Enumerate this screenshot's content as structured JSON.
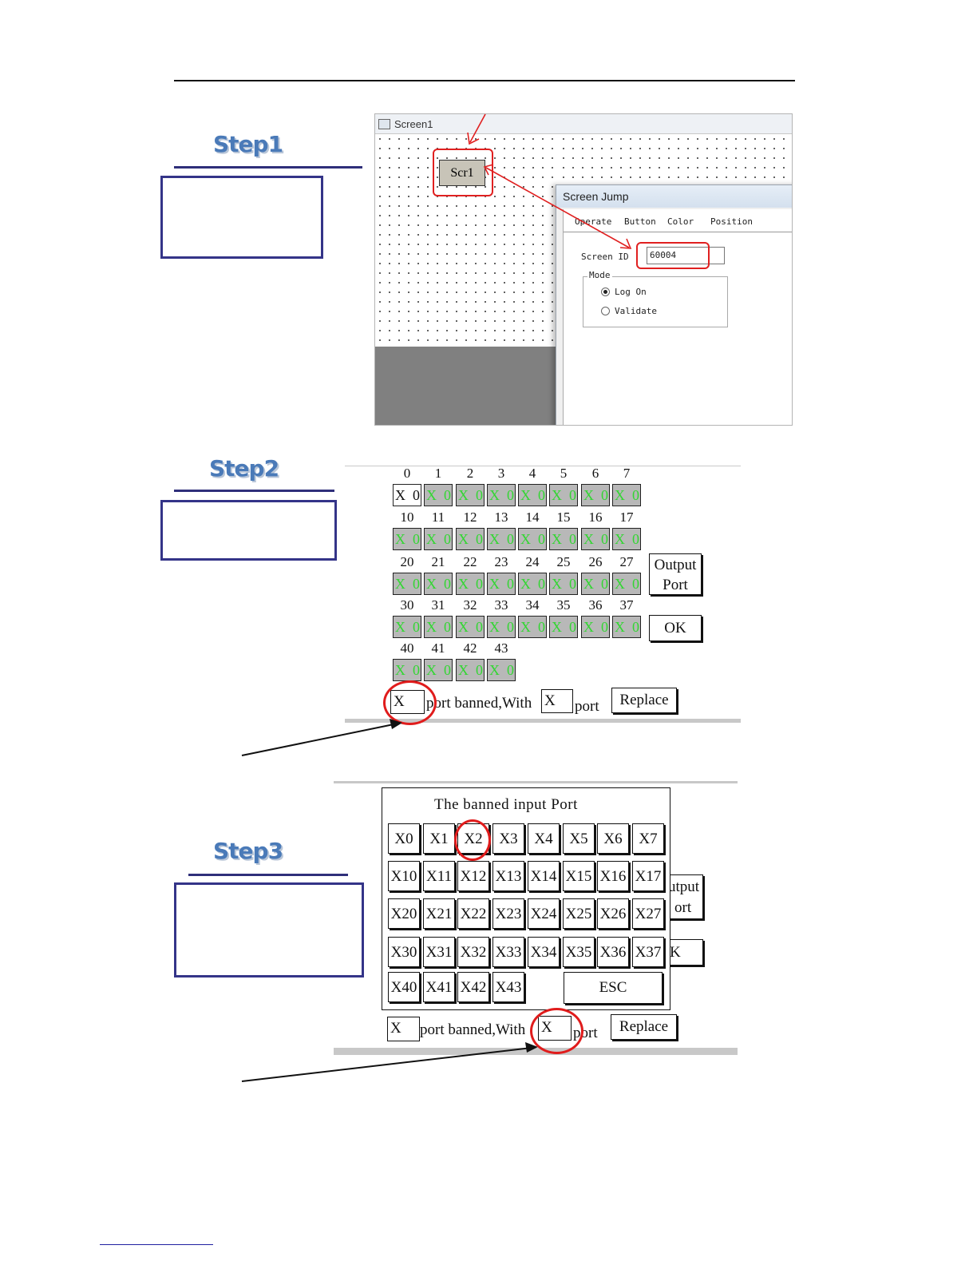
{
  "steps": [
    {
      "title": "Step1"
    },
    {
      "title": "Step2"
    },
    {
      "title": "Step3"
    }
  ],
  "step1": {
    "window_title": "Screen1",
    "button_label": "Scr1",
    "dialog": {
      "title": "Screen Jump",
      "tabs": [
        "Operate",
        "Button",
        "Color",
        "Position"
      ],
      "screen_id_label": "Screen ID",
      "screen_id_value": "60004",
      "mode_label": "Mode",
      "modes": [
        {
          "label": "Log On",
          "selected": true
        },
        {
          "label": "Validate",
          "selected": false
        }
      ]
    }
  },
  "step2": {
    "rows": [
      {
        "nums": [
          "0",
          "1",
          "2",
          "3",
          "4",
          "5",
          "6",
          "7"
        ]
      },
      {
        "nums": [
          "10",
          "11",
          "12",
          "13",
          "14",
          "15",
          "16",
          "17"
        ]
      },
      {
        "nums": [
          "20",
          "21",
          "22",
          "23",
          "24",
          "25",
          "26",
          "27"
        ]
      },
      {
        "nums": [
          "30",
          "31",
          "32",
          "33",
          "34",
          "35",
          "36",
          "37"
        ]
      },
      {
        "nums": [
          "40",
          "41",
          "42",
          "43"
        ]
      }
    ],
    "cell_text": "X  0",
    "output_port_line1": "Output",
    "output_port_line2": "Port",
    "ok_label": "OK",
    "banned_prefix": "X",
    "banned_text": "port banned,With",
    "with_prefix": "X",
    "port_text": "port",
    "replace_label": "Replace"
  },
  "step3": {
    "popup_title": "The banned input Port",
    "port_rows": [
      [
        "X0",
        "X1",
        "X2",
        "X3",
        "X4",
        "X5",
        "X6",
        "X7"
      ],
      [
        "X10",
        "X11",
        "X12",
        "X13",
        "X14",
        "X15",
        "X16",
        "X17"
      ],
      [
        "X20",
        "X21",
        "X22",
        "X23",
        "X24",
        "X25",
        "X26",
        "X27"
      ],
      [
        "X30",
        "X31",
        "X32",
        "X33",
        "X34",
        "X35",
        "X36",
        "X37"
      ],
      [
        "X40",
        "X41",
        "X42",
        "X43"
      ]
    ],
    "esc_label": "ESC",
    "behind_output_1": "utput",
    "behind_output_2": "ort",
    "behind_ok": "K",
    "banned_prefix": "X",
    "banned_text": "port banned,With",
    "with_prefix": "X",
    "port_text": "port",
    "replace_label": "Replace"
  },
  "colors": {
    "step_title": "#4a7ab8",
    "note_border": "#343488",
    "annotation_red": "#e01c1c",
    "cell_green_text": "#33d633",
    "cell_gray": "#b8b8b8"
  }
}
